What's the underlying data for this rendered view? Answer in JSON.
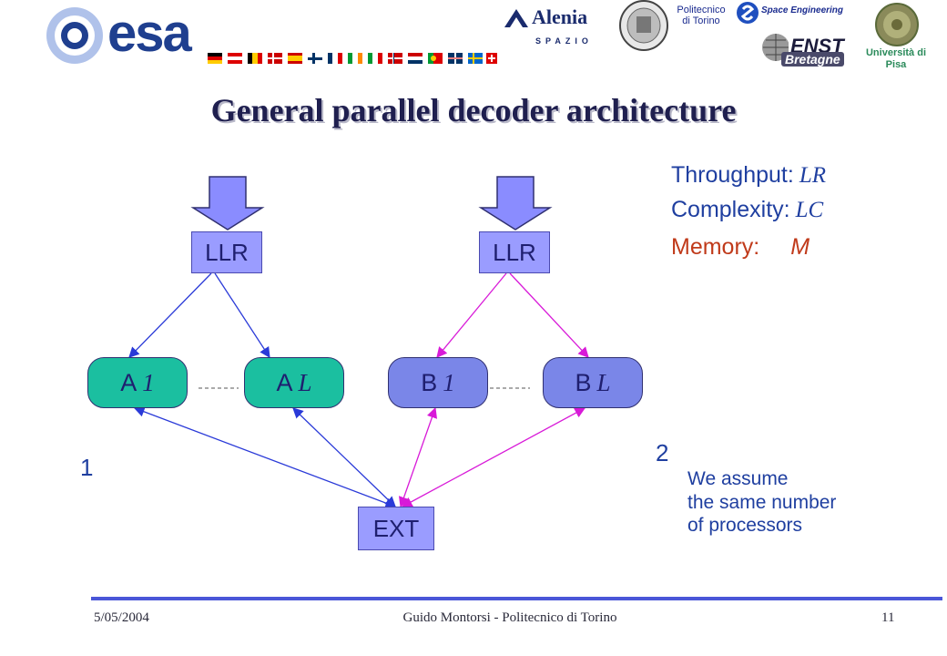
{
  "logos": {
    "esa": "esa",
    "alenia": "Alenia",
    "alenia_sub": "SPAZIO",
    "polito": "Politecnico di Torino",
    "space_engineering": "Space Engineering",
    "enst": "ENST",
    "bretagne": "Bretagne",
    "pisa": "Università di Pisa"
  },
  "title": "General parallel decoder architecture",
  "diagram": {
    "llr_left": "LLR",
    "llr_right": "LLR",
    "proc_a_first": {
      "name": "A",
      "index": "1"
    },
    "proc_a_last": {
      "name": "A",
      "index": "L"
    },
    "proc_b_first": {
      "name": "B",
      "index": "1"
    },
    "proc_b_last": {
      "name": "B",
      "index": "L"
    },
    "ext": "EXT",
    "label_1": "1",
    "label_2": "2"
  },
  "metrics": {
    "throughput_label": "Throughput:",
    "throughput_value": "LR",
    "complexity_label": "Complexity:",
    "complexity_value": "LC",
    "memory_label": "Memory:",
    "memory_value": "M"
  },
  "note": [
    "We assume",
    "the same number",
    "of processors"
  ],
  "colors": {
    "llr_fill": "#9a9cff",
    "proc_a_fill": "#1bbfa0",
    "proc_b_fill": "#7a86e8",
    "edge_blue": "#2a3ad8",
    "edge_magenta": "#d81ad8"
  },
  "footer": {
    "date": "5/05/2004",
    "author": "Guido Montorsi - Politecnico di Torino",
    "page": "11"
  }
}
